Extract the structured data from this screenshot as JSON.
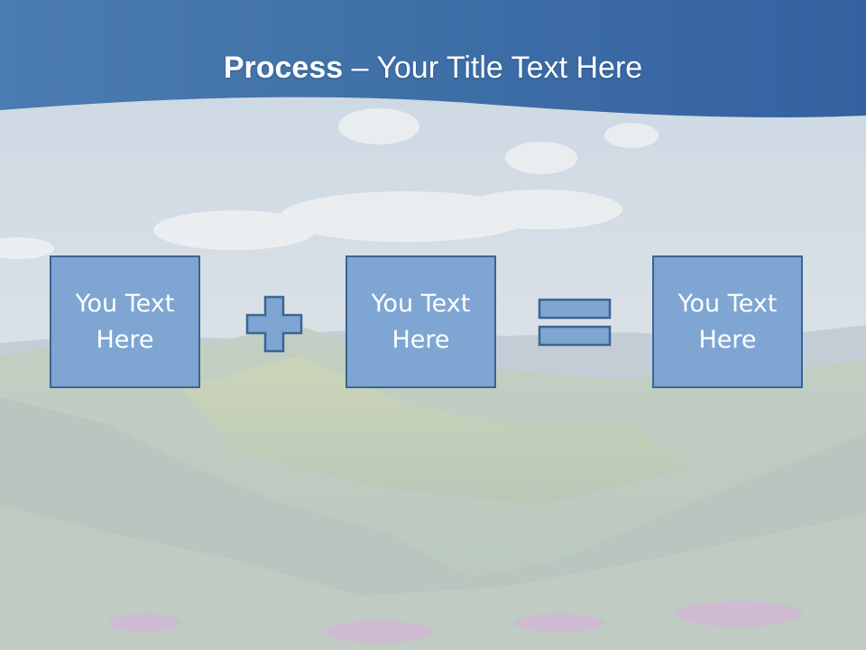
{
  "slide": {
    "title_bold": "Process",
    "title_rest": " – Your Title Text Here",
    "boxes": [
      {
        "text": "You Text Here"
      },
      {
        "text": "You Text Here"
      },
      {
        "text": "You Text Here"
      }
    ],
    "operators": [
      "plus-icon",
      "equals-icon"
    ]
  },
  "colors": {
    "header_blue": "#3f6fa6",
    "box_fill": "#7fa6d3",
    "box_border": "#3c6493",
    "text": "#ffffff"
  }
}
